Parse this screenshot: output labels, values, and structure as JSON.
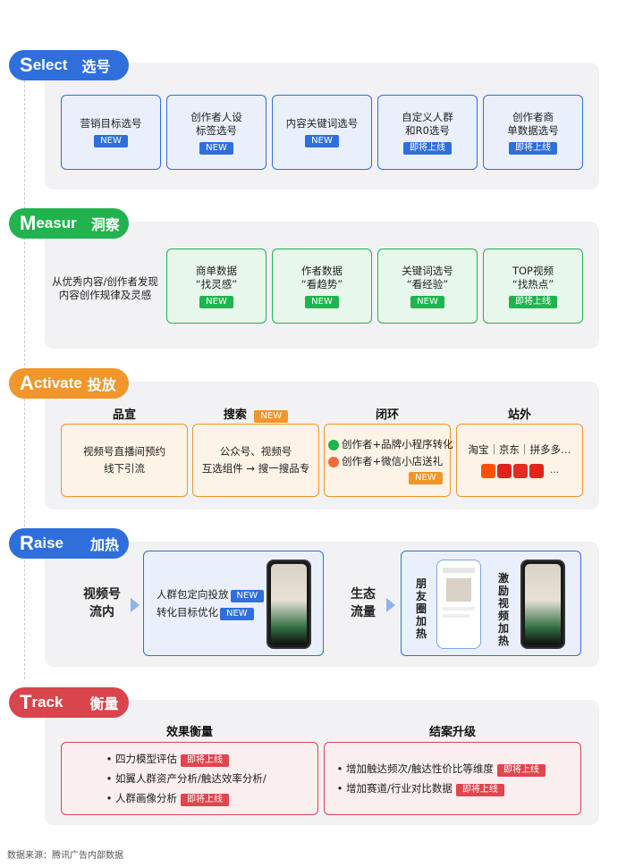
{
  "select": {
    "pill_big": "S",
    "pill_rest": "elect",
    "pill_cn": "选号",
    "cards": [
      {
        "line1": "营销目标选号",
        "line2": "",
        "badge": "NEW"
      },
      {
        "line1": "创作者人设",
        "line2": "标签选号",
        "badge": "NEW"
      },
      {
        "line1": "内容关键词选号",
        "line2": "",
        "badge": "NEW"
      },
      {
        "line1": "自定义人群",
        "line2": "和R0选号",
        "badge": "即将上线"
      },
      {
        "line1": "创作者商",
        "line2": "单数据选号",
        "badge": "即将上线"
      }
    ]
  },
  "measur": {
    "pill_big": "M",
    "pill_rest": "easur",
    "pill_cn": "洞察",
    "desc_line1": "从优秀内容/创作者发现",
    "desc_line2": "内容创作规律及灵感",
    "cards": [
      {
        "line1": "商单数据",
        "line2": "“找灵感”",
        "badge": "NEW"
      },
      {
        "line1": "作者数据",
        "line2": "“看趋势”",
        "badge": "NEW"
      },
      {
        "line1": "关键词选号",
        "line2": "“看经验”",
        "badge": "NEW"
      },
      {
        "line1": "TOP视频",
        "line2": "“找热点”",
        "badge": "即将上线"
      }
    ]
  },
  "activate": {
    "pill_big": "A",
    "pill_rest": "ctivate",
    "pill_cn": "投放",
    "headers": [
      "品宣",
      "搜索",
      "闭环",
      "站外"
    ],
    "search_badge": "NEW",
    "col1": {
      "line1": "视频号直播间预约",
      "line2": "线下引流"
    },
    "col2": {
      "line1": "公众号、视频号",
      "line2": "互选组件 → 搜一搜品专"
    },
    "col3": {
      "line1": "创作者+品牌小程序转化",
      "line2": "创作者+微信小店送礼",
      "badge": "NEW"
    },
    "col4": {
      "line1": "淘宝｜京东｜拼多多…",
      "more": "…"
    }
  },
  "raise": {
    "pill_big": "R",
    "pill_rest": "aise",
    "pill_cn": "加热",
    "left_label1": "视频号",
    "left_label2": "流内",
    "item1": "人群包定向投放",
    "item1_badge": "NEW",
    "item2": "转化目标优化",
    "item2_badge": "NEW",
    "right_label1": "生态",
    "right_label2": "流量",
    "moments": "朋友圈加热",
    "incentive": "激励视频加热"
  },
  "track": {
    "pill_big": "T",
    "pill_rest": "rack",
    "pill_cn": "衡量",
    "headers": [
      "效果衡量",
      "结案升级"
    ],
    "left_items": [
      {
        "text": "四力模型评估",
        "badge": "即将上线"
      },
      {
        "text": "如翼人群资产分析/触达效率分析/",
        "badge": ""
      },
      {
        "text": "人群画像分析",
        "badge": "即将上线"
      }
    ],
    "right_items": [
      {
        "text": "增加触达频次/触达性价比等维度",
        "badge": "即将上线"
      },
      {
        "text": "增加赛道/行业对比数据",
        "badge": "即将上线"
      }
    ]
  },
  "footer": "数据来源：腾讯广告内部数据",
  "colors": {
    "select": "#2f6fdc",
    "measur": "#21b34e",
    "activate": "#f0962b",
    "raise": "#2f6fdc",
    "track": "#d9454c"
  }
}
